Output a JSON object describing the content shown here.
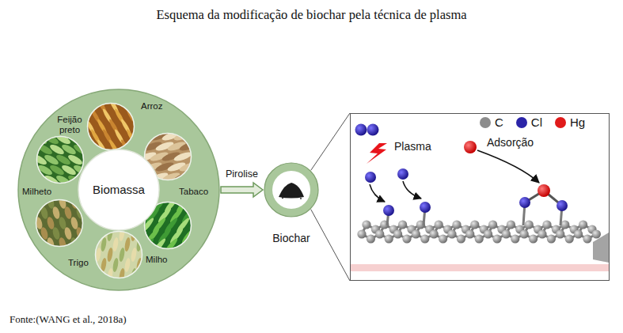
{
  "diagram": {
    "title": "Esquema da modificação de biochar pela técnica de plasma",
    "nodes": [
      {
        "text": [
          "Feijão preto",
          "Arroz",
          "Tabaco",
          "Milho",
          "Trigo",
          "Milheto"
        ]
      },
      {
        "text": [
          "Biomassa"
        ],
        "in": 0
      },
      {
        "text": [
          "Biochar"
        ]
      },
      {
        "text": [
          "Plasma",
          "Adsorção"
        ]
      }
    ],
    "edges": [
      {
        "from": 0,
        "to": 2,
        "arrow": "to",
        "label": "Pirolise"
      },
      {
        "from": 2,
        "to": 3,
        "arrow": "none"
      }
    ],
    "labels": [
      "Fonte:(WANG et al., 2018a)"
    ],
    "legend": [
      {
        "text": "C",
        "color": "#8c8c8c"
      },
      {
        "text": "Cl",
        "color": "#2b24a8"
      },
      {
        "text": "Hg",
        "color": "#e01b1b"
      }
    ]
  }
}
